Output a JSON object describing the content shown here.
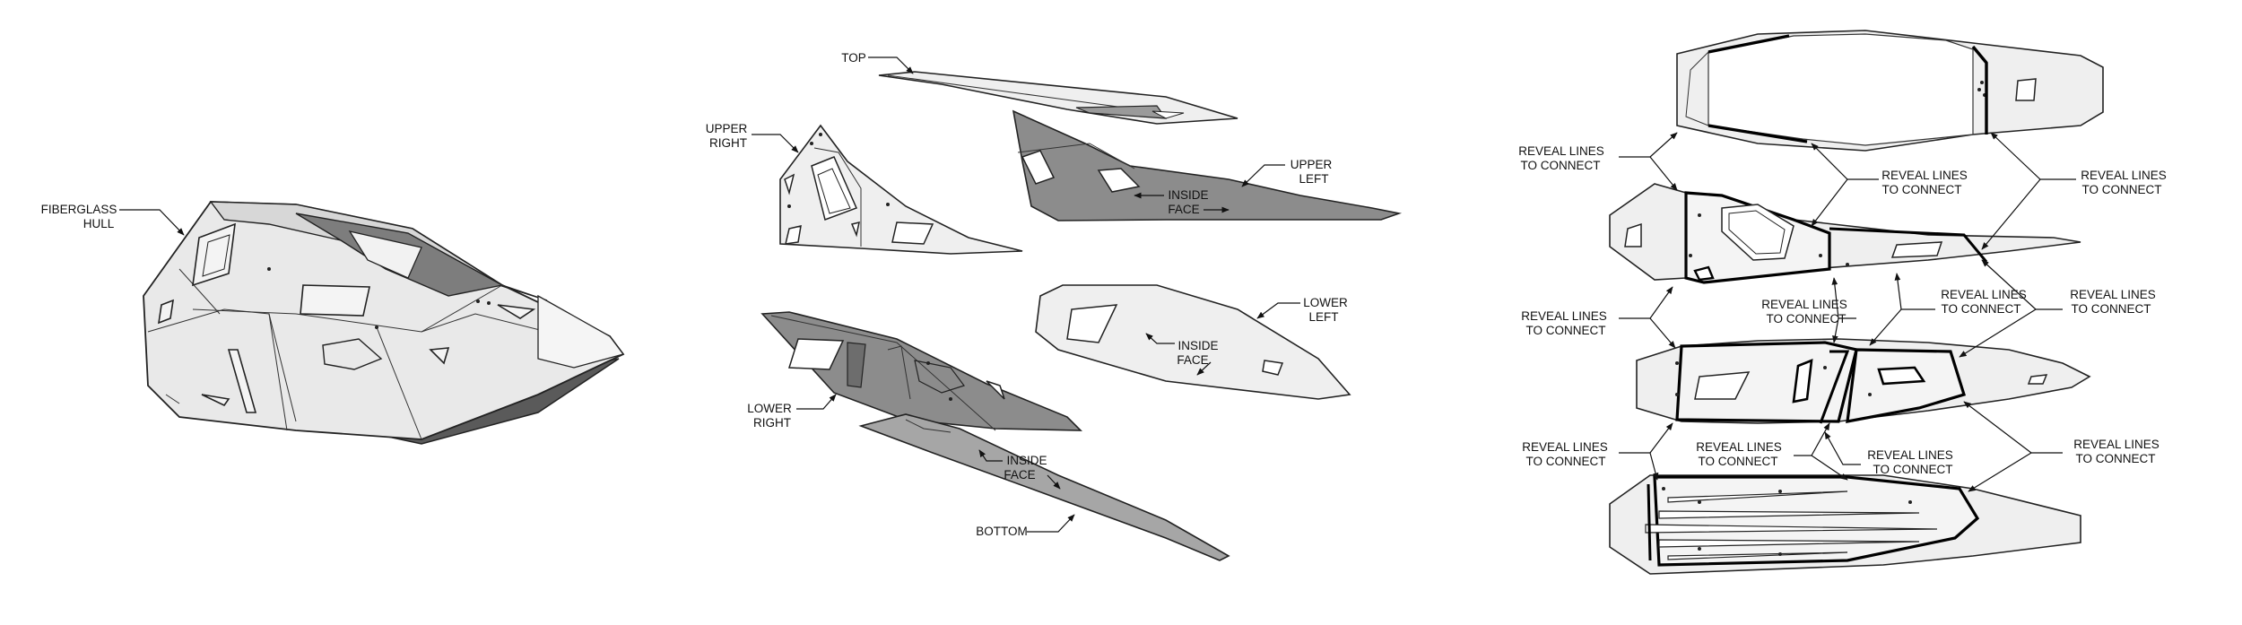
{
  "labels": {
    "fiberglass_hull": [
      "FIBERGLASS",
      "HULL"
    ],
    "top": "TOP",
    "upper_right": [
      "UPPER",
      "RIGHT"
    ],
    "upper_left": [
      "UPPER",
      "LEFT"
    ],
    "inside_face_upper_left": [
      "INSIDE",
      "FACE"
    ],
    "lower_left": [
      "LOWER",
      "LEFT"
    ],
    "inside_face_lower_left": [
      "INSIDE",
      "FACE"
    ],
    "lower_right": [
      "LOWER",
      "RIGHT"
    ],
    "inside_face_bottom": [
      "INSIDE",
      "FACE"
    ],
    "bottom": "BOTTOM",
    "reveal_lines": [
      [
        "REVEAL LINES",
        "TO CONNECT"
      ],
      [
        "REVEAL LINES",
        "TO CONNECT"
      ],
      [
        "REVEAL LINES",
        "TO CONNECT"
      ],
      [
        "REVEAL LINES",
        "TO CONNECT"
      ],
      [
        "REVEAL LINES",
        "TO CONNECT"
      ],
      [
        "REVEAL LINES",
        "TO CONNECT"
      ],
      [
        "REVEAL LINES",
        "TO CONNECT"
      ],
      [
        "REVEAL LINES",
        "TO CONNECT"
      ],
      [
        "REVEAL LINES",
        "TO CONNECT"
      ],
      [
        "REVEAL LINES",
        "TO CONNECT"
      ]
    ]
  },
  "colors": {
    "background": "#ffffff",
    "panel_light": "#efefef",
    "panel_dark": "#8c8c8c",
    "reveal_line": "#000000"
  }
}
